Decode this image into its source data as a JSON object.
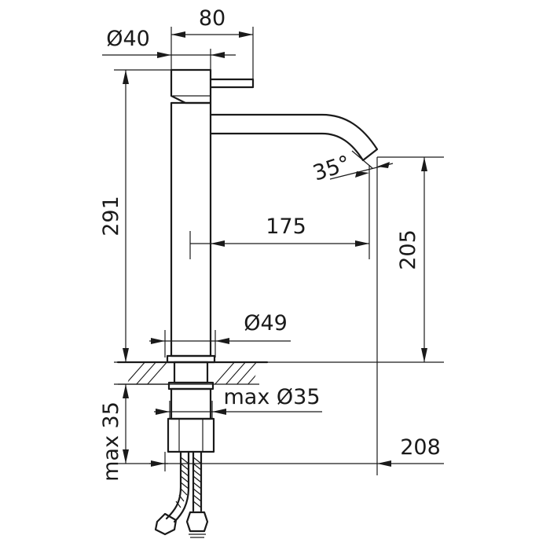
{
  "drawing": {
    "ink_color": "#1a1a1a",
    "background_color": "#ffffff",
    "dimensions": {
      "width_total": "80",
      "handle_diameter": "Ø40",
      "height_total": "291",
      "spout_angle": "35°",
      "spout_reach": "175",
      "spout_height": "205",
      "base_diameter": "Ø49",
      "max_hole_diameter": "max Ø35",
      "max_counter_thickness": "max 35",
      "total_reach": "208"
    }
  }
}
